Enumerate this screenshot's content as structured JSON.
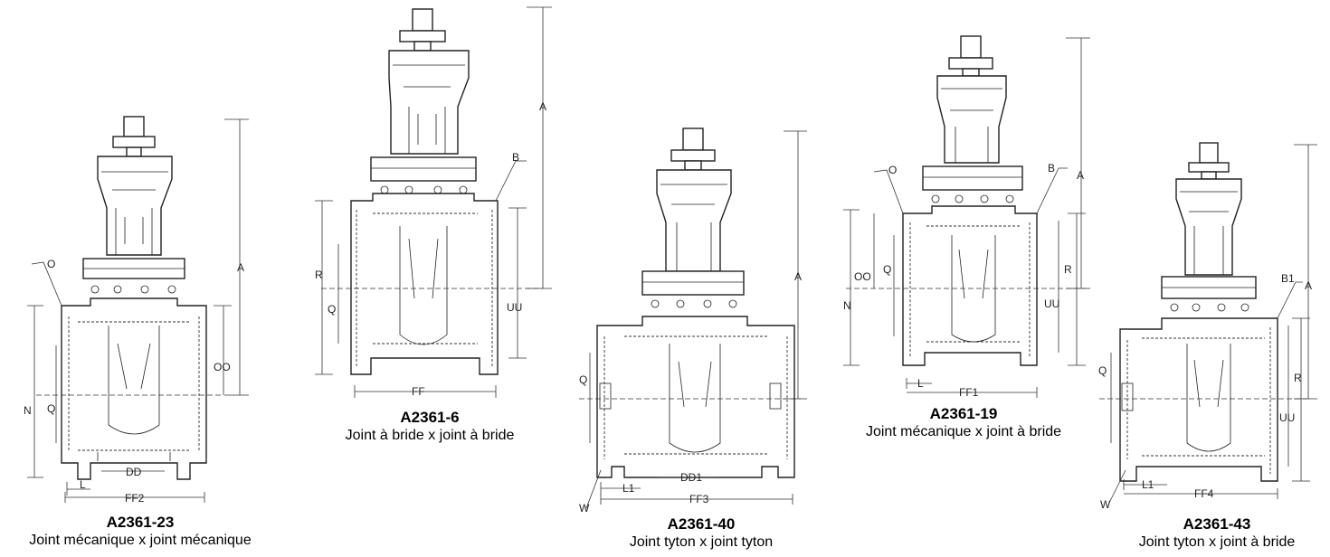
{
  "valves": [
    {
      "model": "A2361-23",
      "description": "Joint mécanique x joint mécanique",
      "labels": {
        "O": "O",
        "A": "A",
        "OO": "OO",
        "N": "N",
        "Q": "Q",
        "DD": "DD",
        "L": "L",
        "FF": "FF2"
      }
    },
    {
      "model": "A2361-6",
      "description": "Joint à bride x joint à bride",
      "labels": {
        "A": "A",
        "B": "B",
        "R": "R",
        "Q": "Q",
        "UU": "UU",
        "FF": "FF"
      }
    },
    {
      "model": "A2361-40",
      "description": "Joint tyton x joint tyton",
      "labels": {
        "A": "A",
        "Q": "Q",
        "L": "L1",
        "DD": "DD1",
        "FF": "FF3",
        "W": "W"
      }
    },
    {
      "model": "A2361-19",
      "description": "Joint mécanique x joint à bride",
      "labels": {
        "O": "O",
        "B": "B",
        "A": "A",
        "OO": "OO",
        "Q": "Q",
        "N": "N",
        "R": "R",
        "UU": "UU",
        "L": "L",
        "FF": "FF1"
      }
    },
    {
      "model": "A2361-43",
      "description": "Joint tyton x joint à bride",
      "labels": {
        "B": "B1",
        "A": "A",
        "Q": "Q",
        "R": "R",
        "UU": "UU",
        "L": "L1",
        "FF": "FF4",
        "W": "W"
      }
    }
  ]
}
